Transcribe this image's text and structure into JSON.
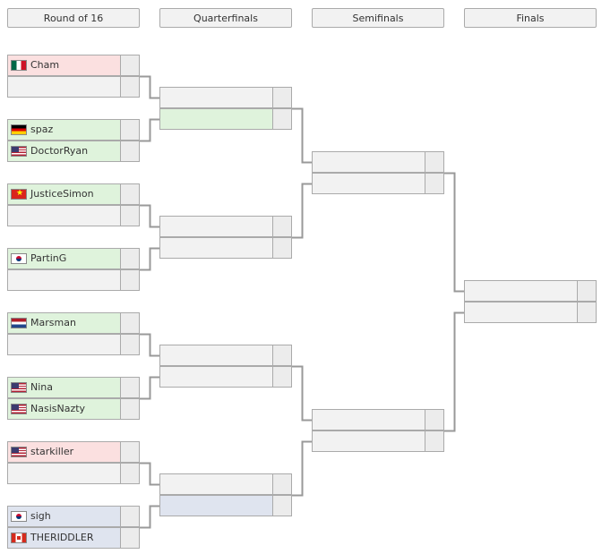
{
  "rounds": [
    {
      "label": "Round of 16"
    },
    {
      "label": "Quarterfinals"
    },
    {
      "label": "Semifinals"
    },
    {
      "label": "Finals"
    }
  ],
  "round_of_16": [
    {
      "slots": [
        {
          "name": "Cham",
          "flag": "mexico",
          "state": "lose"
        },
        {
          "name": "",
          "flag": "",
          "state": "empty"
        }
      ]
    },
    {
      "slots": [
        {
          "name": "spaz",
          "flag": "germany",
          "state": "win"
        },
        {
          "name": "DoctorRyan",
          "flag": "usa",
          "state": "win"
        }
      ]
    },
    {
      "slots": [
        {
          "name": "JusticeSimon",
          "flag": "vietnam",
          "state": "win"
        },
        {
          "name": "",
          "flag": "",
          "state": "empty"
        }
      ]
    },
    {
      "slots": [
        {
          "name": "PartinG",
          "flag": "south-korea",
          "state": "win"
        },
        {
          "name": "",
          "flag": "",
          "state": "empty"
        }
      ]
    },
    {
      "slots": [
        {
          "name": "Marsman",
          "flag": "netherlands",
          "state": "win"
        },
        {
          "name": "",
          "flag": "",
          "state": "empty"
        }
      ]
    },
    {
      "slots": [
        {
          "name": "Nina",
          "flag": "usa",
          "state": "win"
        },
        {
          "name": "NasisNazty",
          "flag": "usa",
          "state": "win"
        }
      ]
    },
    {
      "slots": [
        {
          "name": "starkiller",
          "flag": "usa",
          "state": "lose"
        },
        {
          "name": "",
          "flag": "",
          "state": "empty"
        }
      ]
    },
    {
      "slots": [
        {
          "name": "sigh",
          "flag": "south-korea",
          "state": "tbd"
        },
        {
          "name": "THERIDDLER",
          "flag": "canada",
          "state": "tbd"
        }
      ]
    }
  ],
  "quarterfinals": [
    {
      "slots": [
        {
          "name": "",
          "state": "empty"
        },
        {
          "name": "",
          "state": "win"
        }
      ]
    },
    {
      "slots": [
        {
          "name": "",
          "state": "empty"
        },
        {
          "name": "",
          "state": "empty"
        }
      ]
    },
    {
      "slots": [
        {
          "name": "",
          "state": "empty"
        },
        {
          "name": "",
          "state": "empty"
        }
      ]
    },
    {
      "slots": [
        {
          "name": "",
          "state": "empty"
        },
        {
          "name": "",
          "state": "tbd"
        }
      ]
    }
  ],
  "semifinals": [
    {
      "slots": [
        {
          "name": "",
          "state": "empty"
        },
        {
          "name": "",
          "state": "empty"
        }
      ]
    },
    {
      "slots": [
        {
          "name": "",
          "state": "empty"
        },
        {
          "name": "",
          "state": "empty"
        }
      ]
    }
  ],
  "finals": [
    {
      "slots": [
        {
          "name": "",
          "state": "empty"
        },
        {
          "name": "",
          "state": "empty"
        }
      ]
    }
  ],
  "colors": {
    "win": "#dff3dc",
    "lose": "#fbe0e0",
    "tbd": "#dfe4ef",
    "empty": "#f2f2f2",
    "border": "#aaaaaa",
    "connector": "#999999"
  }
}
